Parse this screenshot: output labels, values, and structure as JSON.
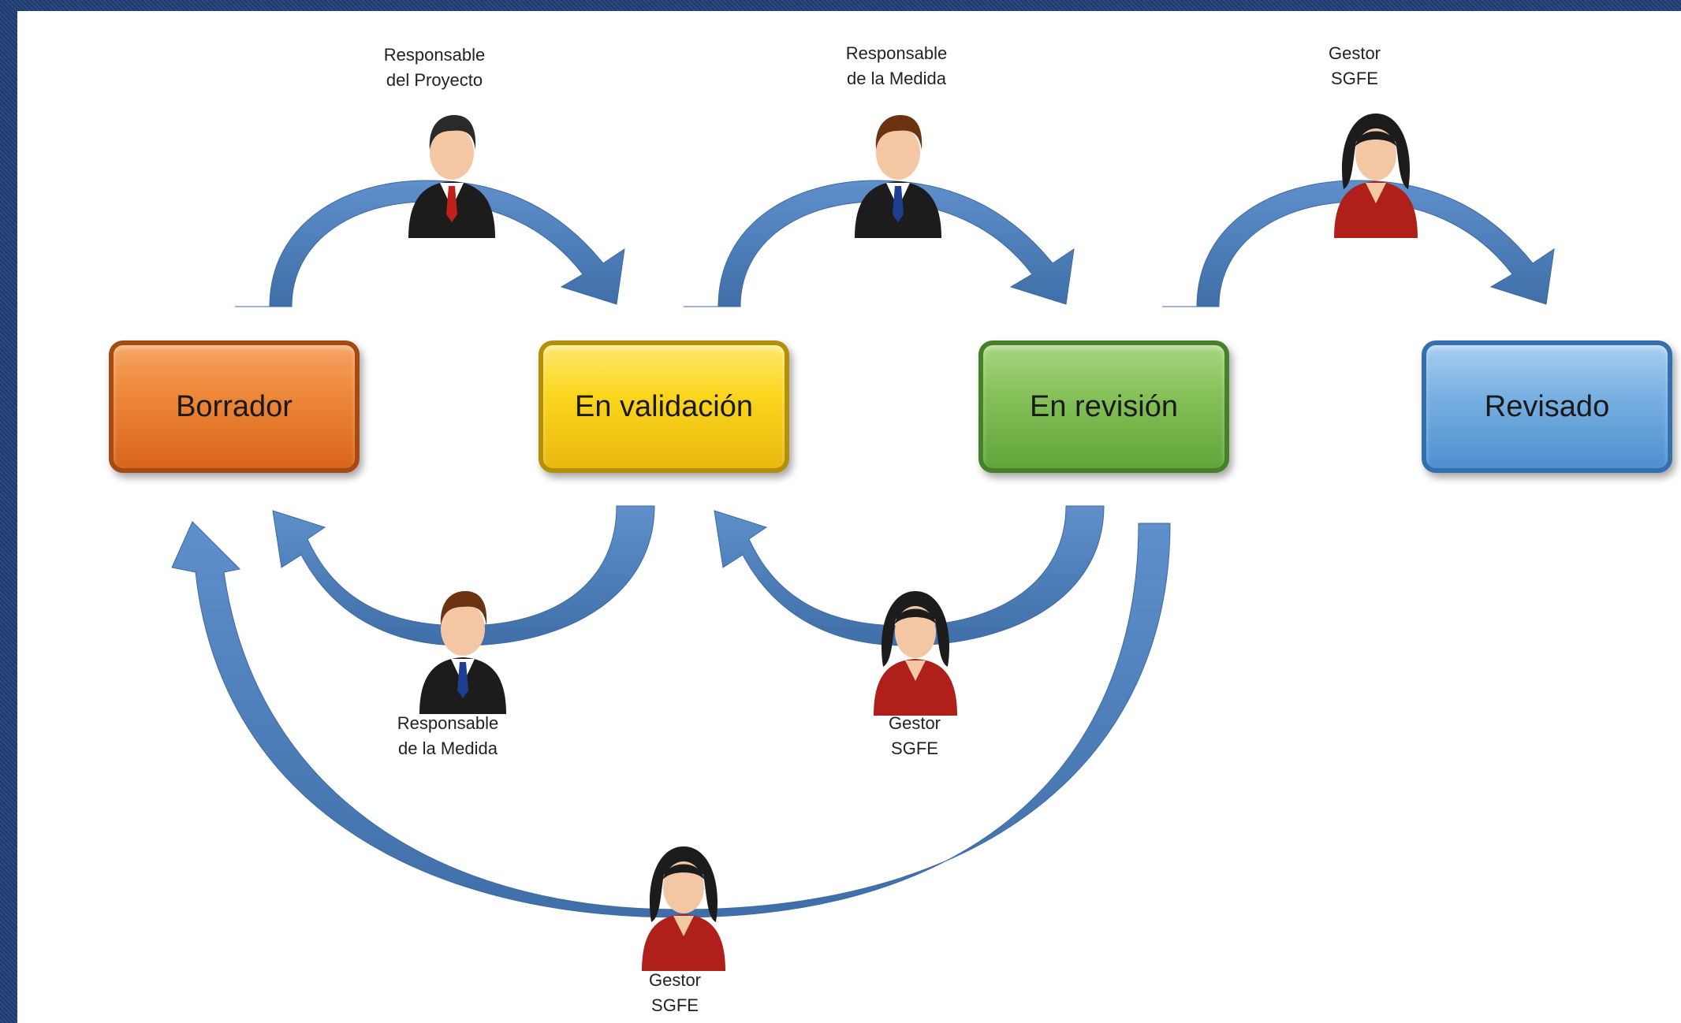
{
  "states": {
    "borrador": "Borrador",
    "validacion": "En validación",
    "revision": "En revisión",
    "revisado": "Revisado"
  },
  "roles": {
    "top_1": {
      "line1": "Responsable",
      "line2": "del Proyecto",
      "icon": "man-red-tie-icon"
    },
    "top_2": {
      "line1": "Responsable",
      "line2": "de la Medida",
      "icon": "man-blue-tie-icon"
    },
    "top_3": {
      "line1": "Gestor",
      "line2": "SGFE",
      "icon": "woman-red-jacket-icon"
    },
    "bottom_1": {
      "line1": "Responsable",
      "line2": "de la Medida",
      "icon": "man-blue-tie-icon"
    },
    "bottom_2": {
      "line1": "Gestor",
      "line2": "SGFE",
      "icon": "woman-red-jacket-icon"
    },
    "bottom_3": {
      "line1": "Gestor",
      "line2": "SGFE",
      "icon": "woman-red-jacket-icon"
    }
  },
  "colors": {
    "arrow": "#4f81bd",
    "borrador": "#ef8a3d",
    "validacion": "#fbd61e",
    "revision": "#86c15a",
    "revisado": "#7ab1e3",
    "frame": "#1f3f73"
  }
}
